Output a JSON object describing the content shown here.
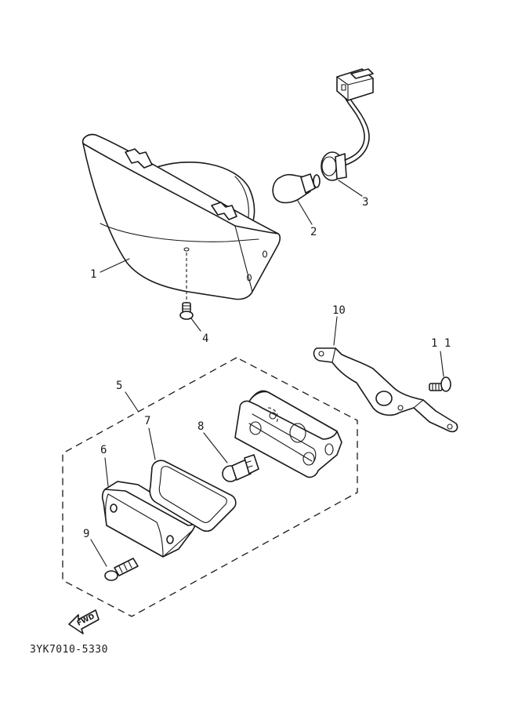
{
  "callouts": {
    "p1": "1",
    "p2": "2",
    "p3": "3",
    "p4": "4",
    "p5": "5",
    "p6": "6",
    "p7": "7",
    "p8": "8",
    "p9": "9",
    "p10": "10",
    "p11": "1 1"
  },
  "direction_marker": {
    "label": "FWD",
    "icon": "arrow-left-icon"
  },
  "drawing_code": "3YK7010-5330",
  "colors": {
    "line": "#1a1a1a",
    "background": "#ffffff"
  }
}
